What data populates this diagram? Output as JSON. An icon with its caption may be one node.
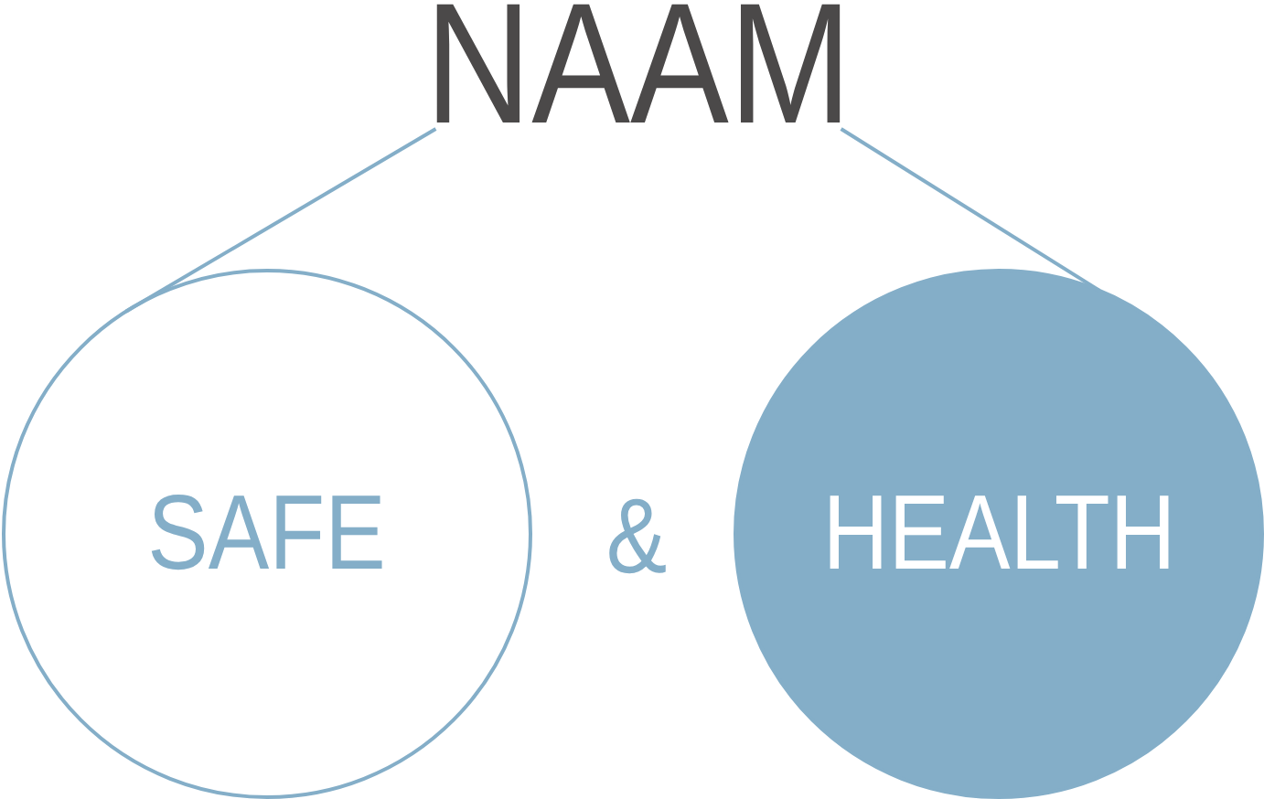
{
  "diagram": {
    "nodes": [
      {
        "text": [
          "NAAM"
        ]
      },
      {
        "text": [
          "SAFE"
        ]
      },
      {
        "text": [
          "HEALTH"
        ]
      }
    ],
    "edges": [
      {
        "from": 0,
        "to": 1,
        "arrow": "none"
      },
      {
        "from": 0,
        "to": 2,
        "arrow": "none"
      }
    ],
    "labels": [
      "&"
    ]
  }
}
